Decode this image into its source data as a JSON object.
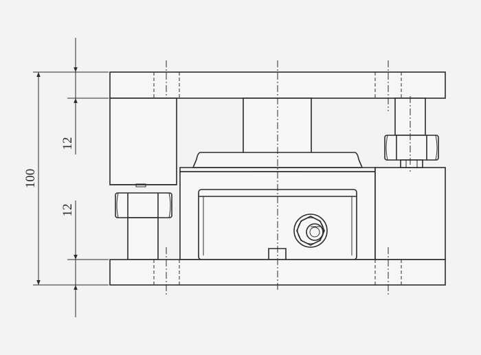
{
  "drawing": {
    "dimensions": {
      "overall_height": "100",
      "top_plate_thickness": "12",
      "bottom_plate_thickness": "12"
    },
    "colors": {
      "line": "#2a2a2a",
      "background": "#f3f3f3"
    }
  }
}
